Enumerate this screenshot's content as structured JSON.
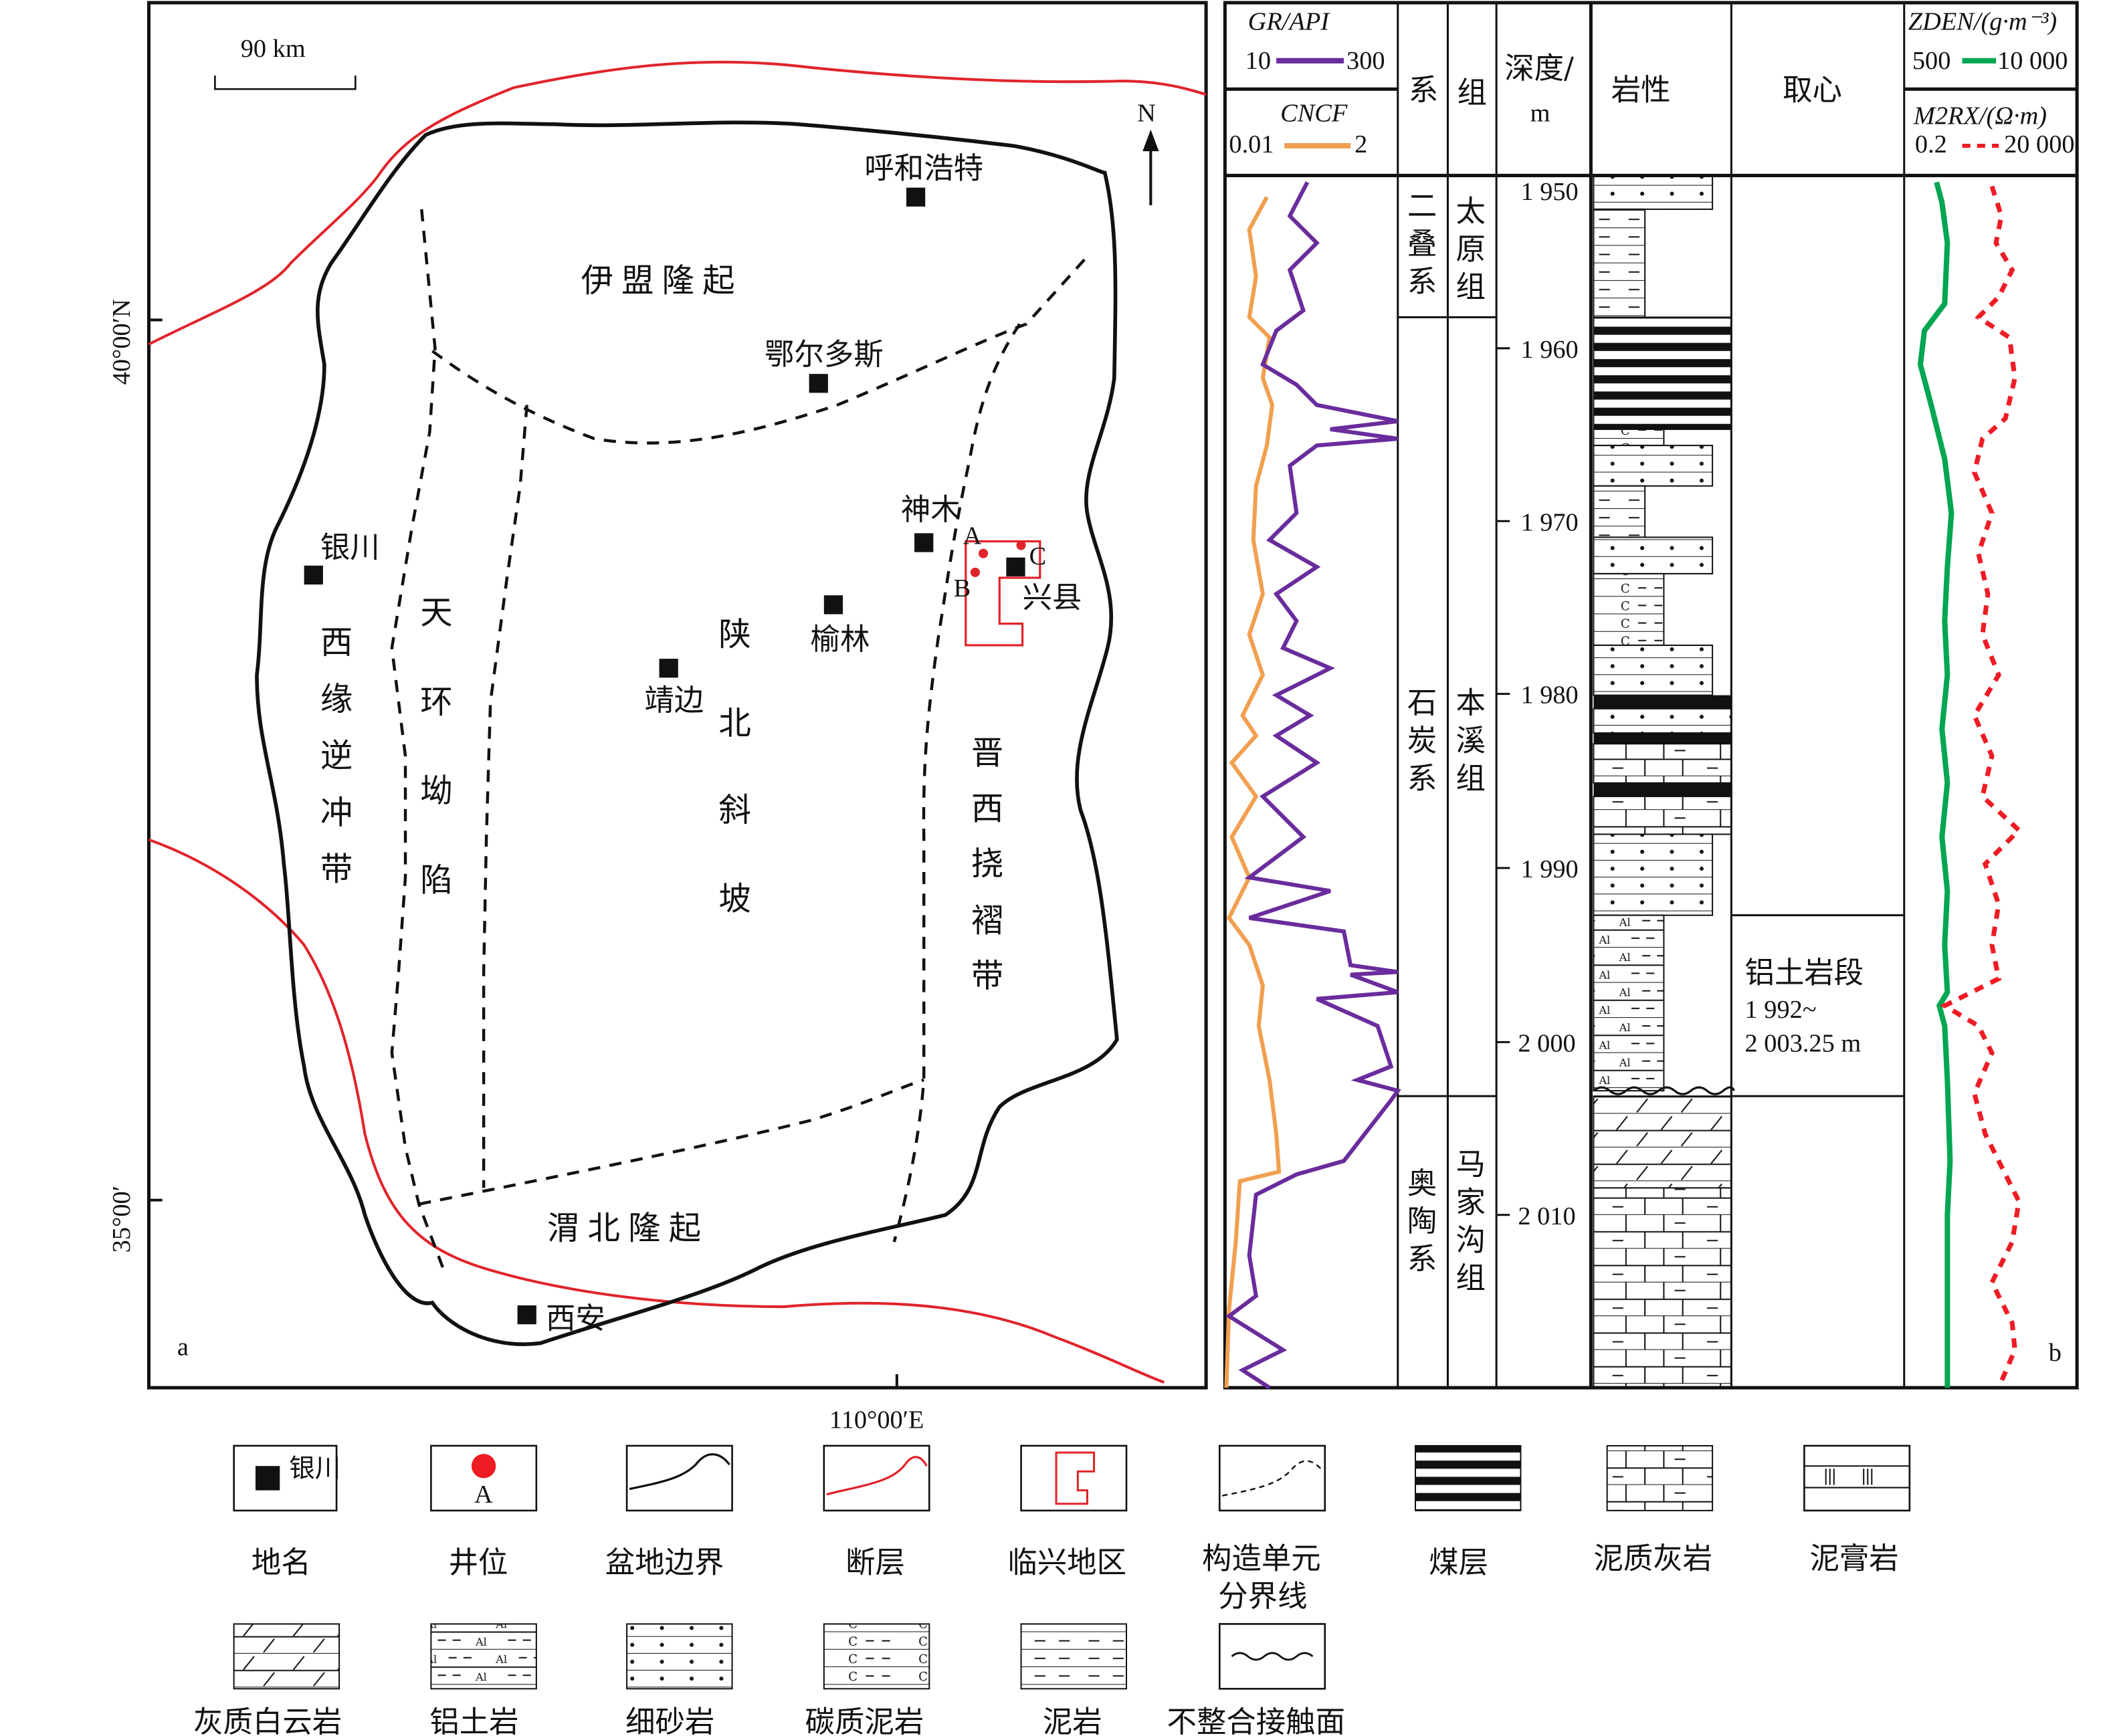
{
  "map": {
    "scale": "90 km",
    "north": "N",
    "lat_40": "40°00′N",
    "lat_35": "35°00′",
    "lon_110": "110°00′E",
    "panel": "a",
    "cities": [
      "呼和浩特",
      "鄂尔多斯",
      "神木",
      "银川",
      "榆林",
      "靖边",
      "兴县",
      "西安"
    ],
    "wells": [
      "A",
      "B",
      "C"
    ],
    "units": {
      "yimeng": "伊盟隆起",
      "xiyuan": [
        "西",
        "缘",
        "逆",
        "冲",
        "带"
      ],
      "tianhuan": [
        "天",
        "环",
        "坳",
        "陷"
      ],
      "shanbei": [
        "陕",
        "北",
        "斜",
        "坡"
      ],
      "jinxi": [
        "晋",
        "西",
        "挠",
        "褶",
        "带"
      ],
      "weibei": "渭北隆起"
    }
  },
  "log": {
    "panel": "b",
    "header": {
      "gr": "GR/API",
      "gr_min": "10",
      "gr_max": "300",
      "cncf": "CNCF",
      "cncf_min": "0.01",
      "cncf_max": "2",
      "system": "系",
      "formation": "组",
      "depth": "深度/",
      "depth_unit": "m",
      "lithology": "岩性",
      "coring": "取心",
      "zden": "ZDEN/(g·m⁻³)",
      "zden_min": "500",
      "zden_max": "10 000",
      "m2rx": "M2RX/(Ω·m)",
      "m2rx_min": "0.2",
      "m2rx_max": "20 000"
    },
    "systems": [
      [
        "二",
        "叠",
        "系"
      ],
      [
        "石",
        "炭",
        "系"
      ],
      [
        "奥",
        "陶",
        "系"
      ]
    ],
    "formations": [
      [
        "太",
        "原",
        "组"
      ],
      [
        "本",
        "溪",
        "组"
      ],
      [
        "马",
        "家",
        "沟",
        "组"
      ]
    ],
    "depths": [
      "1 950",
      "1 960",
      "1 970",
      "1 980",
      "1 990",
      "2 000",
      "2 010"
    ],
    "core": {
      "name": "铝土岩段",
      "from": "1 992~",
      "to": "2 003.25 m"
    },
    "colors": {
      "gr": "#6a2c9c",
      "cncf": "#f0a050",
      "zden": "#00a651",
      "m2rx": "#ee1c25"
    }
  },
  "legend": [
    "地名",
    "井位",
    "盆地边界",
    "断层",
    "临兴地区",
    "构造单元分界线",
    "煤层",
    "泥质灰岩",
    "泥膏岩",
    "灰质白云岩",
    "铝土岩",
    "细砂岩",
    "碳质泥岩",
    "泥岩",
    "不整合接触面"
  ],
  "legend_sample_city": "银川",
  "legend_sample_well": "A",
  "legend_line2": "分界线"
}
